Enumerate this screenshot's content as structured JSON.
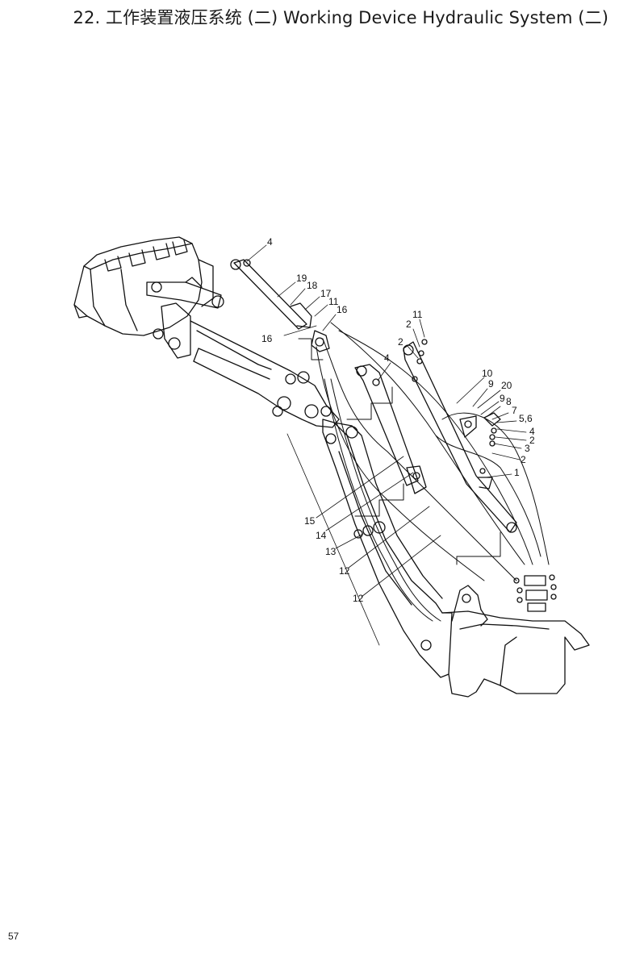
{
  "header": {
    "title": "22. 工作装置液压系统 (二) Working Device Hydraulic System (二)"
  },
  "footer": {
    "page_number": "57"
  },
  "diagram": {
    "callouts": [
      "4",
      "19",
      "18",
      "17",
      "11",
      "16",
      "16",
      "11",
      "2",
      "2",
      "4",
      "10",
      "9",
      "20",
      "9",
      "8",
      "7",
      "5,6",
      "4",
      "2",
      "3",
      "2",
      "1",
      "15",
      "14",
      "13",
      "12",
      "12"
    ]
  }
}
